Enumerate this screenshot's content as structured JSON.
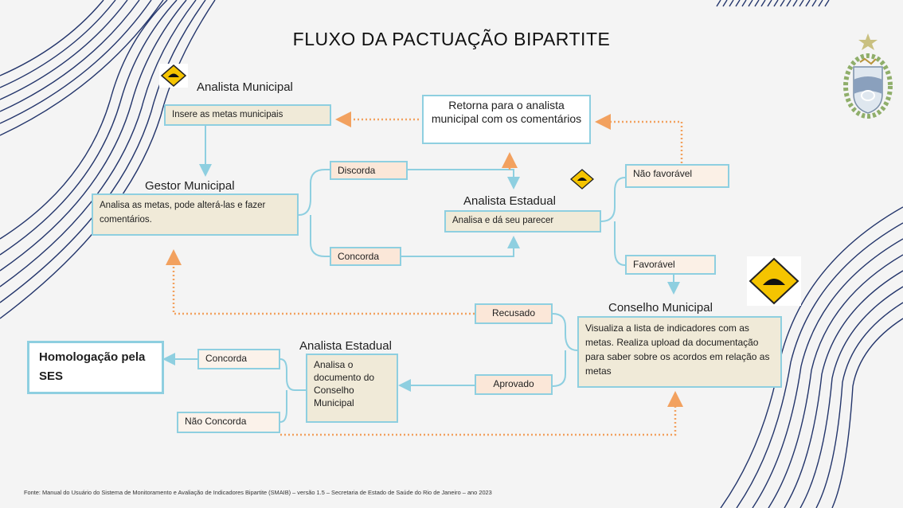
{
  "title": "FLUXO DA PACTUAÇÃO BIPARTITE",
  "headings": {
    "analista_municipal": "Analista Municipal",
    "gestor_municipal": "Gestor Municipal",
    "analista_estadual_1": "Analista Estadual",
    "conselho_municipal": "Conselho Municipal",
    "analista_estadual_2": "Analista Estadual"
  },
  "boxes": {
    "insere_metas": "Insere as metas municipais",
    "retorna": "Retorna para o analista municipal com os comentários",
    "gestor_desc": "Analisa as metas, pode alterá-las e fazer comentários.",
    "discorda": "Discorda",
    "concorda_gestor": "Concorda",
    "analisa_parecer": "Analisa e dá seu parecer",
    "nao_favoravel": "Não favorável",
    "favoravel": "Favorável",
    "conselho_desc": "Visualiza a lista de indicadores com as metas. Realiza upload da documentação para saber sobre os acordos em relação as metas",
    "recusado": "Recusado",
    "aprovado": "Aprovado",
    "analisa_documento": "Analisa o documento do Conselho Municipal",
    "concorda_final": "Concorda",
    "nao_concorda": "Não Concorda",
    "homologacao": "Homologação pela SES"
  },
  "footer": "Fonte: Manual do Usuário do Sistema de Monitoramento e Avaliação de Indicadores Bipartite (SMAIB) – versão 1.5 – Secretaria de Estado de Saúde do Rio de Janeiro – ano 2023",
  "icons": {
    "warning_sign": "speed-bump-warning-sign",
    "emblem": "state-coat-of-arms"
  },
  "colors": {
    "solid_connector": "#8ecfe0",
    "dotted_connector": "#f2a15f",
    "box_border": "#8ecfe0",
    "box_fill_beige": "#f0ead8",
    "box_fill_peach": "#fbe7d8",
    "sign_yellow": "#f5c400",
    "decor_lines": "#23356b"
  }
}
